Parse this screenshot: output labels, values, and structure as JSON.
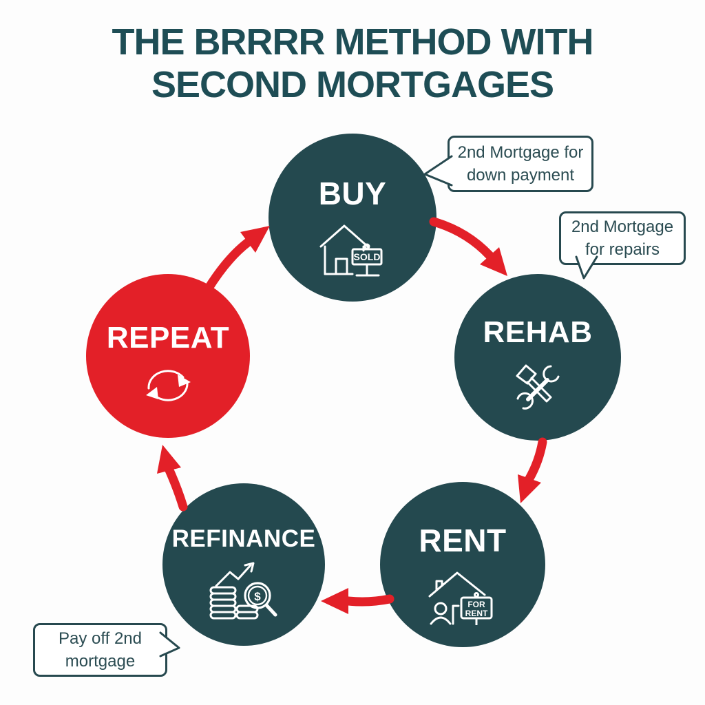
{
  "title": {
    "line1": "THE BRRRR METHOD WITH",
    "line2": "SECOND MORTGAGES"
  },
  "colors": {
    "teal": "#24494f",
    "red": "#e32028",
    "title_text": "#1e4d55",
    "callout_border": "#27494f",
    "callout_text": "#2b4c52",
    "background": "#fdfdfd"
  },
  "cycle": {
    "steps": [
      {
        "label": "BUY",
        "icon": "house-sold-icon",
        "color": "#24494f"
      },
      {
        "label": "REHAB",
        "icon": "hammer-wrench-icon",
        "color": "#24494f"
      },
      {
        "label": "RENT",
        "icon": "house-for-rent-icon",
        "color": "#24494f"
      },
      {
        "label": "REFINANCE",
        "icon": "coins-magnifier-growth-icon",
        "color": "#24494f"
      },
      {
        "label": "REPEAT",
        "icon": "circular-arrows-icon",
        "color": "#e32028"
      }
    ]
  },
  "callouts": [
    {
      "line1": "2nd Mortgage for",
      "line2": "down payment",
      "points_to": "BUY"
    },
    {
      "line1": "2nd Mortgage",
      "line2": "for repairs",
      "points_to": "REHAB"
    },
    {
      "line1": "Pay off 2nd",
      "line2": "mortgage",
      "points_to": "REFINANCE"
    }
  ],
  "icon_texts": {
    "sold": "SOLD",
    "for": "FOR",
    "rent": "RENT",
    "dollar": "$"
  }
}
